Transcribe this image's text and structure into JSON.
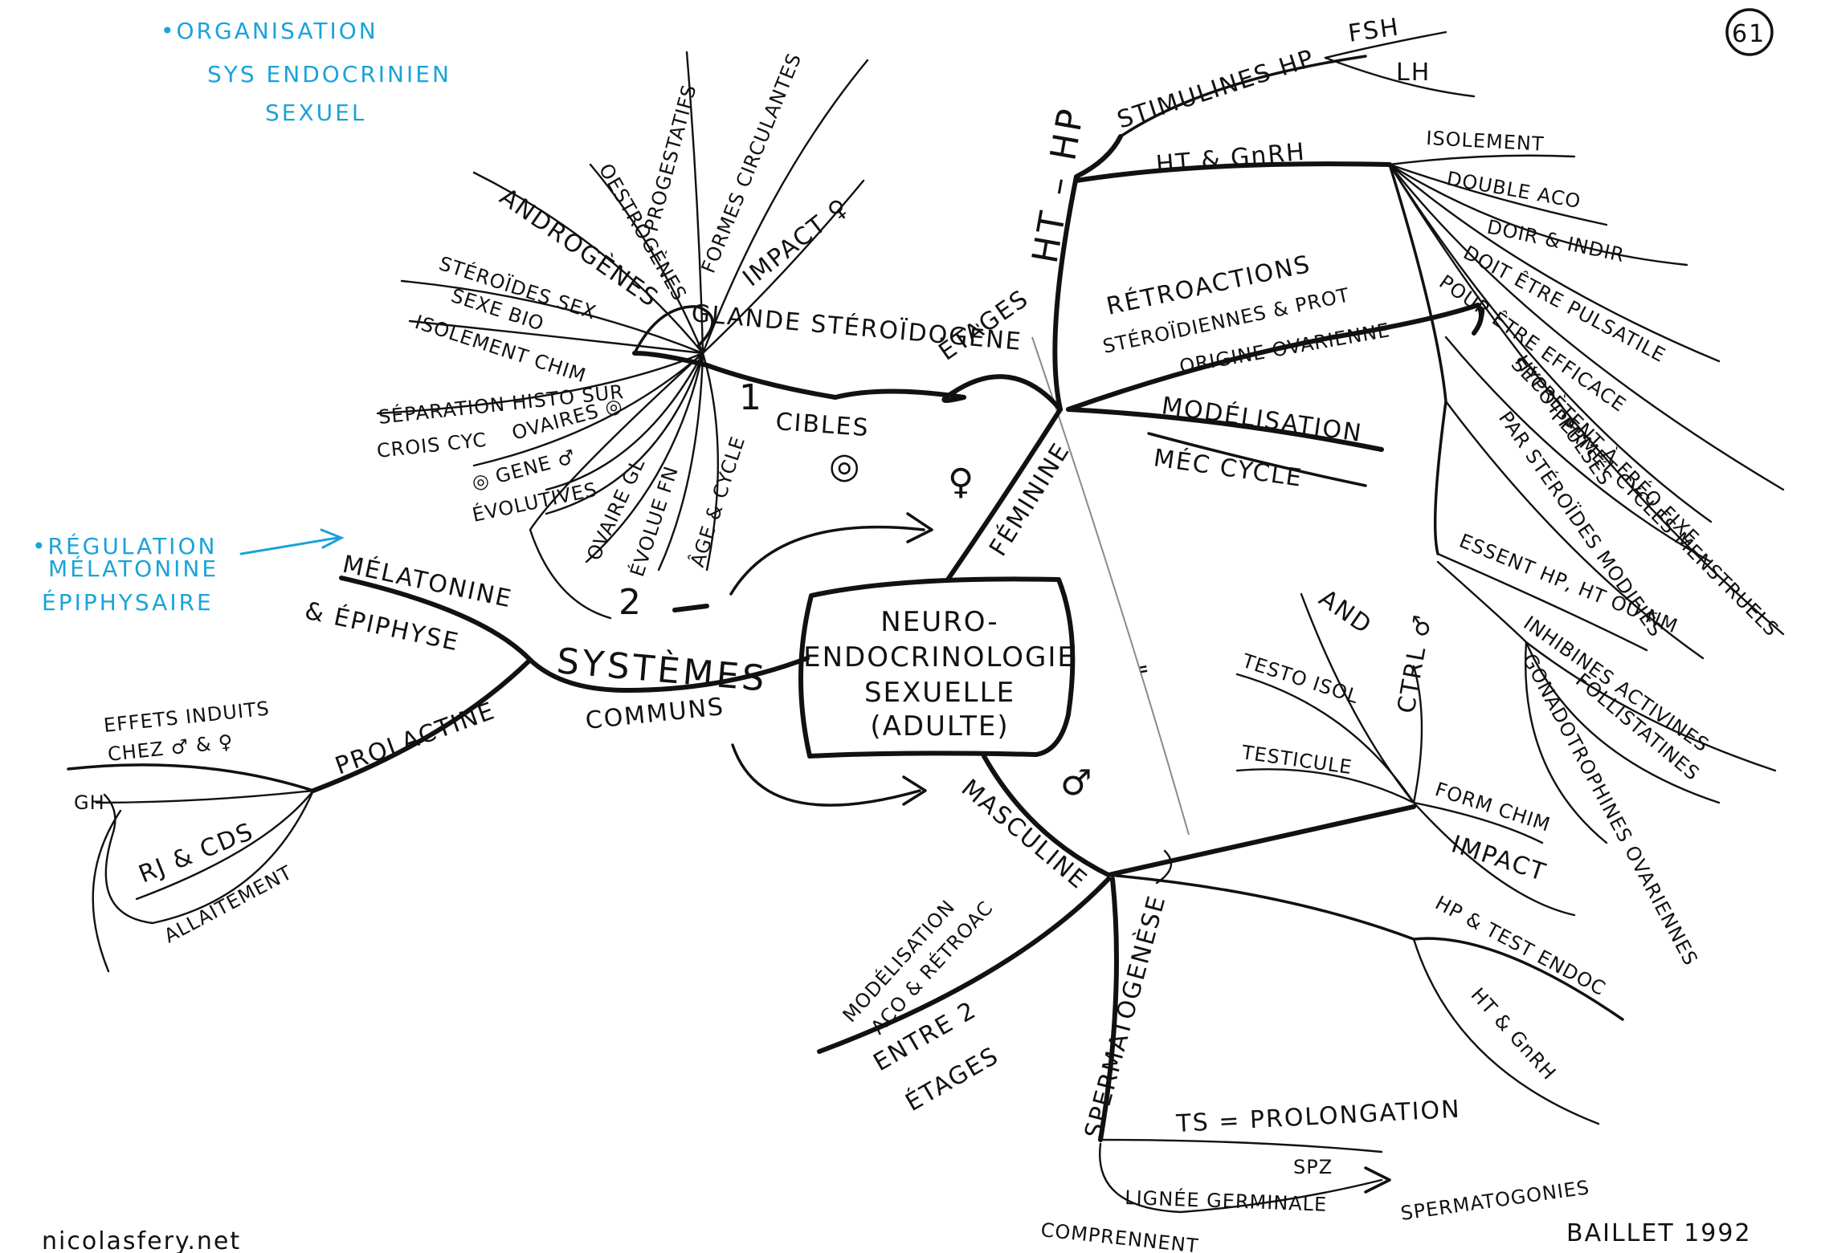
{
  "center": {
    "line1": "NEURO-",
    "line2": "ENDOCRINOLOGIE",
    "line3": "SEXUELLE",
    "line4": "(ADULTE)"
  },
  "header_note": {
    "line1": "•ORGANISATION",
    "line2": "SYS ENDOCRINIEN",
    "line3": "SEXUEL"
  },
  "side_note": {
    "line1": "•RÉGULATION",
    "line2": "MÉLATONINE",
    "line3": "ÉPIPHYSAIRE"
  },
  "page_number": "61",
  "footer": {
    "site": "nicolasfery.net",
    "author": "BAILLET 1992"
  },
  "symbols": {
    "female": "♀",
    "male": "♂",
    "target": "◎"
  },
  "branches": {
    "systemes": "SYSTÈMES",
    "communs": "COMMUNS",
    "melatonine": "MÉLATONINE",
    "epiphyse": "& ÉPIPHYSE",
    "prolactine": "PROLACTINE",
    "effets_induits": "EFFETS INDUITS",
    "chez": "CHEZ ♂ & ♀",
    "gh": "GH",
    "rj_cds": "RJ & CDS",
    "allaitement": "ALLAITEMENT",
    "glande": "GLANDE STÉROÏDOGÈNE",
    "cibles": "CIBLES",
    "androgenes": "ANDROGÈNES",
    "oestrogenes": "OESTROGÈNES",
    "progestatifs": "PROGESTATIFS",
    "formes_circulantes": "FORMES CIRCULANTES",
    "impact": "IMPACT ♀",
    "steroides_sex": "STÉROÏDES SEX",
    "sexe_bio": "SEXE BIO",
    "isolement_chim": "ISOLEMENT CHIM",
    "separation_histo": "SÉPARATION HISTO SUR",
    "crois_cyc": "CROIS CYC",
    "ovaires": "OVAIRES ◎",
    "gene": "◎ GENE ♂",
    "evolutives": "ÉVOLUTIVES",
    "ovaire_gl": "OVAIRE GL",
    "evolue_fn": "ÉVOLUE FN",
    "age_cycle": "ÂGE & CYCLE",
    "mark_1": "1",
    "mark_2": "2",
    "feminine": "FÉMININE",
    "etages": "ÉTAGES",
    "ht_hp": "HT – HP",
    "stimulines": "STIMULINES HP",
    "fsh": "FSH",
    "lh": "LH",
    "ht_gnrh": "HT & GnRH",
    "isolement": "ISOLEMENT",
    "double_aco": "DOUBLE ACO",
    "dir_indir": "DOIR & INDIR",
    "doit_pulsatile": "DOIT ÊTRE PULSATILE",
    "efficace": "POUR ÊTRE EFFICACE",
    "secretion_fixe": "SÉCRÈTENT À FRÉQ FIXE",
    "cycles_menstruels": "PERMET CYCLES MENSTRUELS",
    "hypot_pulses": "HYPOT PULSÉS",
    "modifies": "PAR STÉROÏDES MODIFIÉS",
    "retroactions": "RÉTROACTIONS",
    "steroidiennes": "STÉROÏDIENNES & PROT",
    "origine": "ORIGINE OVARIENNE",
    "modelisation_f": "MODÉLISATION",
    "mec_cycle": "MÉC CYCLE",
    "essentiel": "ESSENT HP, HT OU NM",
    "inhibines": "INHIBINES ACTIVINES",
    "follistatines": "FOLLISTATINES",
    "gonadotrophines": "GONADOTROPHINES OVARIENNES",
    "masculine": "MASCULINE",
    "and": "AND",
    "testo_isol": "TESTO ISOL",
    "testicule": "TESTICULE",
    "form_chim": "FORM CHIM",
    "impact_m": "IMPACT",
    "hp_test": "HP & TEST ENDOC",
    "ht_gnrh_m": "HT & GnRH",
    "modelisation_m": "MODÉLISATION",
    "aco_retro": "ACO & RÉTROAC",
    "entre_2": "ENTRE 2",
    "etages_m": "ÉTAGES",
    "spermatogenese": "SPERMATOGENÈSE",
    "ts_prolongation": "TS = PROLONGATION",
    "spz": "SPZ",
    "lignee_germinale": "LIGNÉE GERMINALE",
    "spermatogonies": "SPERMATOGONIES",
    "comprennent": "COMPRENNENT",
    "ctrl": "CTRL ♂",
    "ditto": "\""
  }
}
